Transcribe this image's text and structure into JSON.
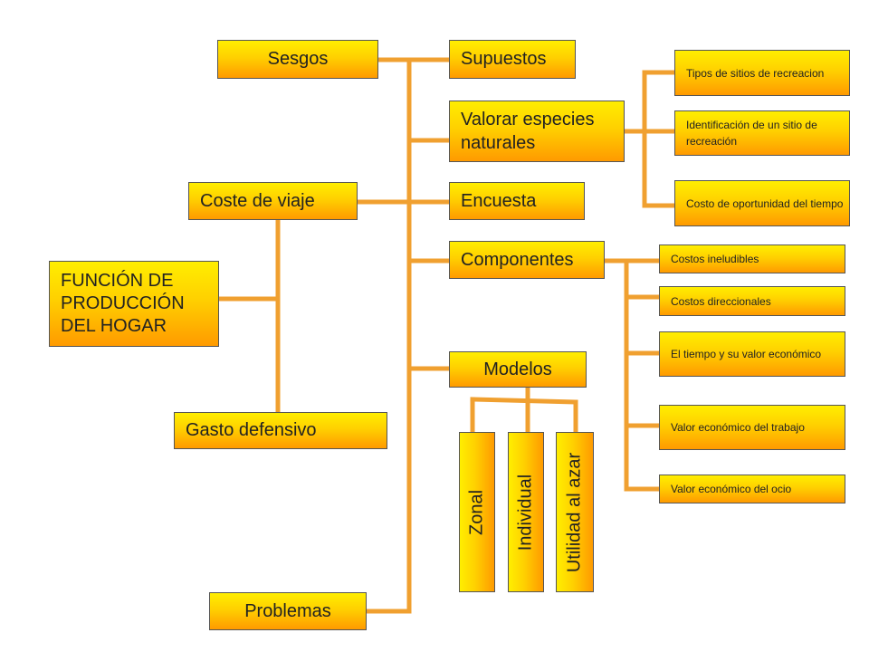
{
  "colors": {
    "line": "#f0a030",
    "box_top": "#ffee00",
    "box_bottom": "#ff9a00"
  },
  "nodes": {
    "sesgos": "Sesgos",
    "coste_viaje": "Coste de viaje",
    "funcion": "FUNCIÓN DE PRODUCCIÓN DEL HOGAR",
    "gasto_defensivo": "Gasto defensivo",
    "problemas": "Problemas",
    "supuestos": "Supuestos",
    "valorar": "Valorar especies naturales",
    "encuesta": "Encuesta",
    "componentes": "Componentes",
    "modelos": "Modelos",
    "zonal": "Zonal",
    "individual": "Individual",
    "utilidad": "Utilidad al azar",
    "tipos_sitios": "Tipos de sitios de recreacion",
    "identificacion": "Identificación de un sitio de recreación",
    "costo_oportunidad": "Costo de oportunidad del tiempo",
    "costos_ineludibles": "Costos ineludibles",
    "costos_direccionales": "Costos direccionales",
    "tiempo_valor": "El tiempo y su valor económico",
    "valor_trabajo": "Valor económico del trabajo",
    "valor_ocio": "Valor económico del ocio"
  }
}
